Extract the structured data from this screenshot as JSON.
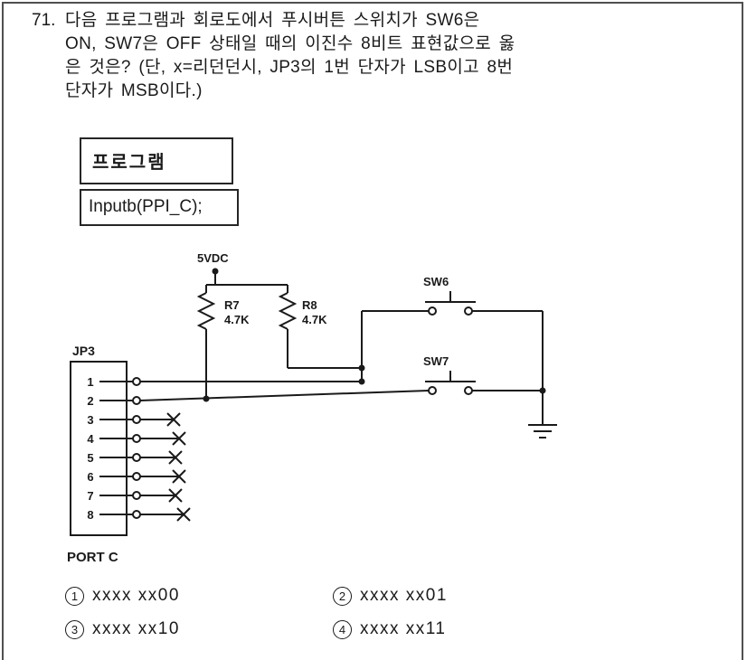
{
  "question": {
    "number": "71.",
    "lines": [
      "다음 프로그램과 회로도에서 푸시버튼 스위치가 SW6은",
      "ON, SW7은 OFF 상태일 때의 이진수 8비트 표현값으로 옳",
      "은 것은? (단, x=리던던시, JP3의 1번 단자가 LSB이고 8번",
      "단자가 MSB이다.)"
    ]
  },
  "program": {
    "title": "프로그램",
    "code": "Inputb(PPI_C);"
  },
  "circuit": {
    "power_label": "5VDC",
    "r7_name": "R7",
    "r7_value": "4.7K",
    "r8_name": "R8",
    "r8_value": "4.7K",
    "sw6_label": "SW6",
    "sw7_label": "SW7",
    "connector_label": "JP3",
    "port_label": "PORT C",
    "pins": [
      "1",
      "2",
      "3",
      "4",
      "5",
      "6",
      "7",
      "8"
    ]
  },
  "choices": [
    {
      "marker": "1",
      "value": "xxxx xx00"
    },
    {
      "marker": "2",
      "value": "xxxx xx01"
    },
    {
      "marker": "3",
      "value": "xxxx xx10"
    },
    {
      "marker": "4",
      "value": "xxxx xx11"
    }
  ]
}
